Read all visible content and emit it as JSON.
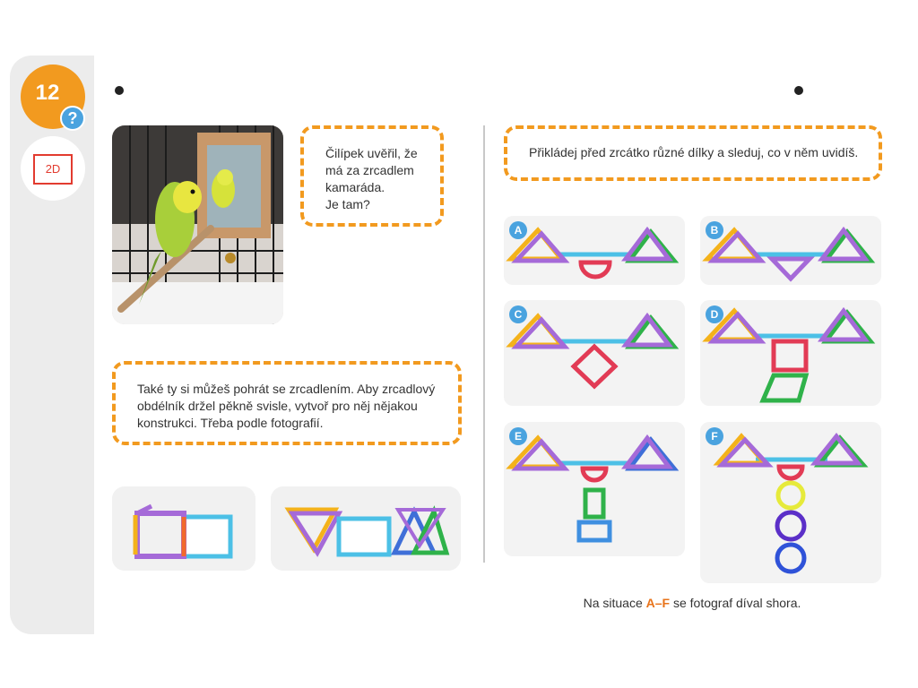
{
  "sidebar": {
    "page_number": "12",
    "help_icon": "question-mark-icon",
    "mode_label": "2D",
    "accent_color": "#f29a1f",
    "help_color": "#4aa3df",
    "mode_color": "#e23b2f"
  },
  "left": {
    "bubble_text_lines": [
      "Čilípek uvěřil, že",
      "má za zrcadlem",
      "kamaráda.",
      "Je tam?"
    ],
    "instruction_text": "Také ty si můžeš pohrát se zrcadlením. Aby zrcadlový obdélník držel pěkně svisle, vytvoř pro něj nějakou konstrukci. Třeba podle fotografií."
  },
  "right": {
    "instruction_text": "Přikládej před zrcátko různé dílky a sleduj, co v něm uvidíš.",
    "tiles": [
      {
        "label": "A"
      },
      {
        "label": "B"
      },
      {
        "label": "C"
      },
      {
        "label": "D"
      },
      {
        "label": "E"
      },
      {
        "label": "F"
      }
    ],
    "caption": {
      "before": "Na situace ",
      "highlight": "A–F",
      "after": " se fotograf díval shora."
    }
  }
}
